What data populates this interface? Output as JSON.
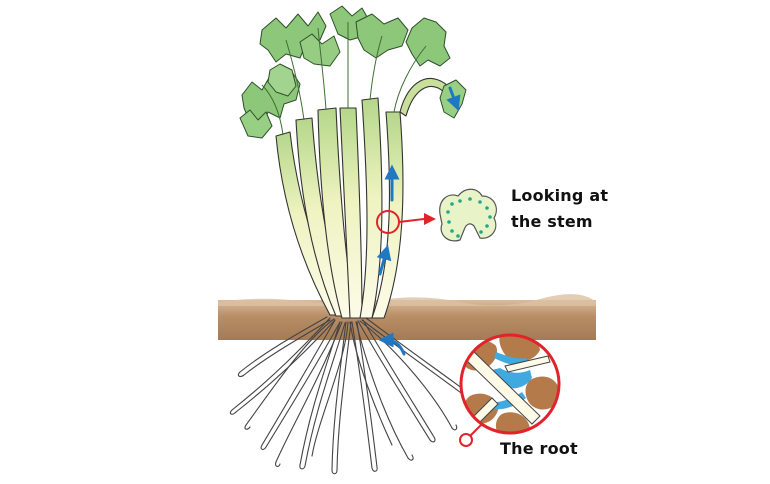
{
  "labels": {
    "stem_line1": "Looking at",
    "stem_line2": "the stem",
    "root": "The root"
  },
  "colors": {
    "leaf": "#8cc77a",
    "leaf_dark": "#3f6f33",
    "stalk_top": "#b5d78a",
    "stalk_bottom": "#fdfbe8",
    "soil": "#b38a63",
    "soil_top": "#d7b897",
    "arrow": "#1f78c1",
    "callout": "#e2232b",
    "root_particle": "#b57a4a",
    "water": "#3fa9e0",
    "stem_section": "#e8f3c8",
    "stem_dots": "#28a58a"
  },
  "icons": {
    "flow_arrow": "water-flow-arrow-icon",
    "magnifier": "magnifier-circle-icon"
  }
}
